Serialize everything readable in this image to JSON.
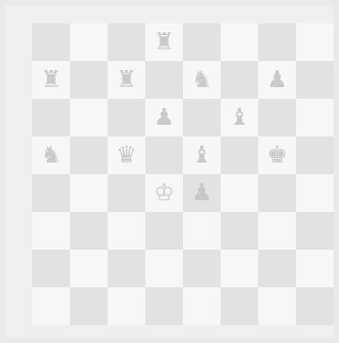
{
  "board": {
    "colors": {
      "light": "#f7f7f7",
      "dark": "#e2e2e2",
      "frame": "#e9e9e9"
    },
    "pieces": [
      {
        "square": "d8",
        "glyph": "♜",
        "name": "black-rook-icon",
        "side": "black"
      },
      {
        "square": "a7",
        "glyph": "♜",
        "name": "black-rook-icon",
        "side": "black"
      },
      {
        "square": "c7",
        "glyph": "♜",
        "name": "black-rook-icon",
        "side": "black"
      },
      {
        "square": "e7",
        "glyph": "♞",
        "name": "black-knight-icon",
        "side": "black"
      },
      {
        "square": "g7",
        "glyph": "♟",
        "name": "black-pawn-icon",
        "side": "black"
      },
      {
        "square": "d6",
        "glyph": "♟",
        "name": "black-pawn-icon",
        "side": "black"
      },
      {
        "square": "f6",
        "glyph": "♝",
        "name": "black-bishop-icon",
        "side": "black"
      },
      {
        "square": "a5",
        "glyph": "♞",
        "name": "black-knight-icon",
        "side": "black"
      },
      {
        "square": "c5",
        "glyph": "♛",
        "name": "black-queen-icon",
        "side": "black"
      },
      {
        "square": "e5",
        "glyph": "♝",
        "name": "black-bishop-icon",
        "side": "black"
      },
      {
        "square": "g5",
        "glyph": "♚",
        "name": "black-king-icon",
        "side": "black"
      },
      {
        "square": "d4",
        "glyph": "♔",
        "name": "white-king-icon",
        "side": "white"
      },
      {
        "square": "e4",
        "glyph": "♟",
        "name": "black-pawn-icon",
        "side": "black"
      }
    ]
  }
}
